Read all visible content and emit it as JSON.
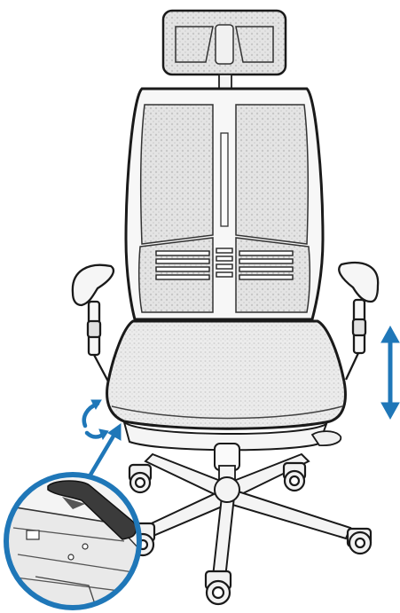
{
  "illustration": {
    "subject": "office-chair",
    "colors": {
      "line": "#1a1a1a",
      "mesh": "#dcdcdc",
      "seat_fabric": "#e6e6e6",
      "arrow_blue": "#1f77b8",
      "inset_ring": "#1f77b8",
      "lever": "#3b3b3b",
      "metal": "#f4f4f4"
    },
    "icons": {
      "height_adjust": "double-headed-vertical-arrow",
      "tilt_adjust": "curved-rotation-arrows",
      "callout": "pointer-arrow-to-inset"
    }
  }
}
